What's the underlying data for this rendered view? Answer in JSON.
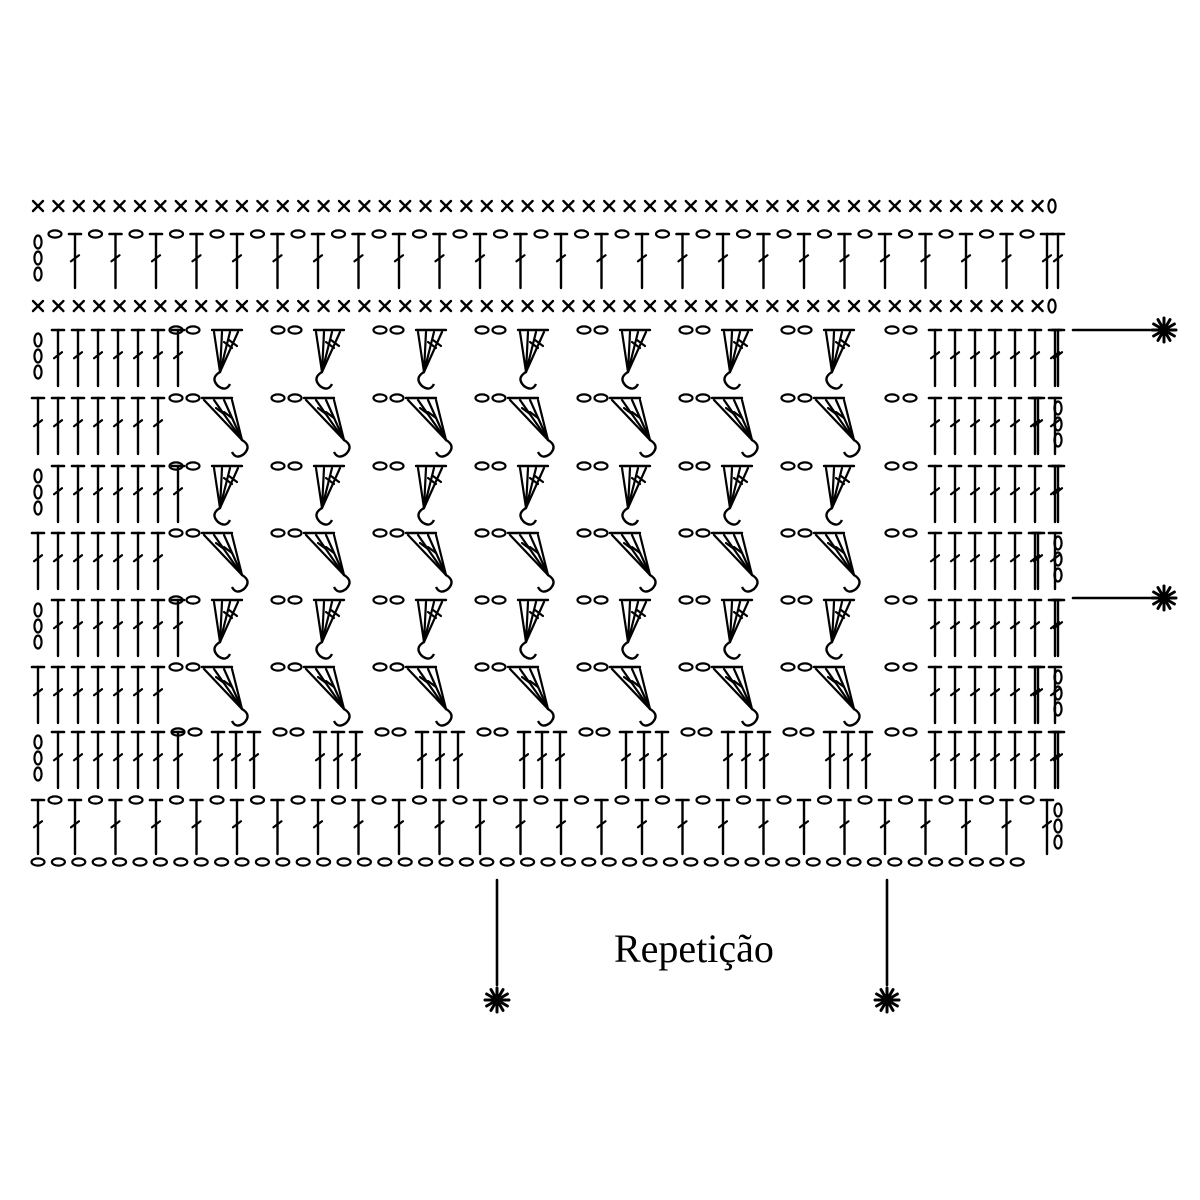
{
  "diagram": {
    "caption": "Repetição",
    "ink_color": "#000000",
    "background": "#ffffff",
    "repeat_marker_icon": "asterisk-icon",
    "vertical_repeat_markers": 2,
    "horizontal_repeat_markers": 2,
    "rows": [
      {
        "kind": "sc"
      },
      {
        "kind": "dc-ch"
      },
      {
        "kind": "sc"
      },
      {
        "kind": "fan",
        "variant": "a",
        "turn_chains": 3
      },
      {
        "kind": "fan",
        "variant": "b",
        "turn_chains": 3
      },
      {
        "kind": "fan",
        "variant": "a",
        "turn_chains": 3
      },
      {
        "kind": "fan",
        "variant": "b",
        "turn_chains": 3
      },
      {
        "kind": "fan",
        "variant": "a",
        "turn_chains": 3
      },
      {
        "kind": "fan",
        "variant": "b",
        "turn_chains": 3
      },
      {
        "kind": "groups",
        "turn_chains": 3
      },
      {
        "kind": "dc-ch",
        "turn_chains": 3
      },
      {
        "kind": "foundation"
      }
    ]
  }
}
